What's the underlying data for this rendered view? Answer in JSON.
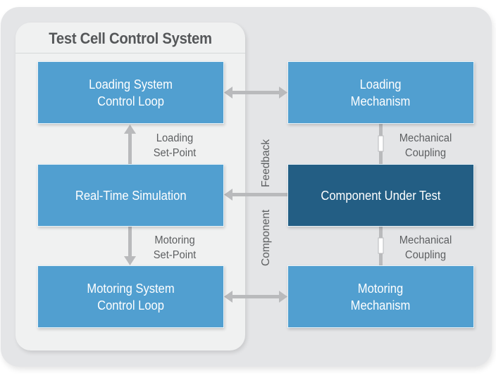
{
  "diagram": {
    "panel_title": "Test Cell Control System",
    "boxes": {
      "loading_control": [
        "Loading System",
        "Control Loop"
      ],
      "real_time_sim": [
        "Real-Time Simulation"
      ],
      "motoring_control": [
        "Motoring System",
        "Control Loop"
      ],
      "loading_mechanism": [
        "Loading",
        "Mechanism"
      ],
      "component_under_test": [
        "Component Under Test"
      ],
      "motoring_mechanism": [
        "Motoring",
        "Mechanism"
      ]
    },
    "labels": {
      "loading_setpoint": [
        "Loading",
        "Set-Point"
      ],
      "motoring_setpoint": [
        "Motoring",
        "Set-Point"
      ],
      "mech_coupling_top": [
        "Mechanical",
        "Coupling"
      ],
      "mech_coupling_bottom": [
        "Mechanical",
        "Coupling"
      ],
      "component_feedback_1": "Component",
      "component_feedback_2": "Feedback"
    },
    "colors": {
      "box_blue": "#519fd0",
      "box_dark_blue": "#235e84",
      "arrow_gray": "#b9babc",
      "outer_panel": "#e4e5e7",
      "inner_panel": "#f0f1f1"
    }
  }
}
